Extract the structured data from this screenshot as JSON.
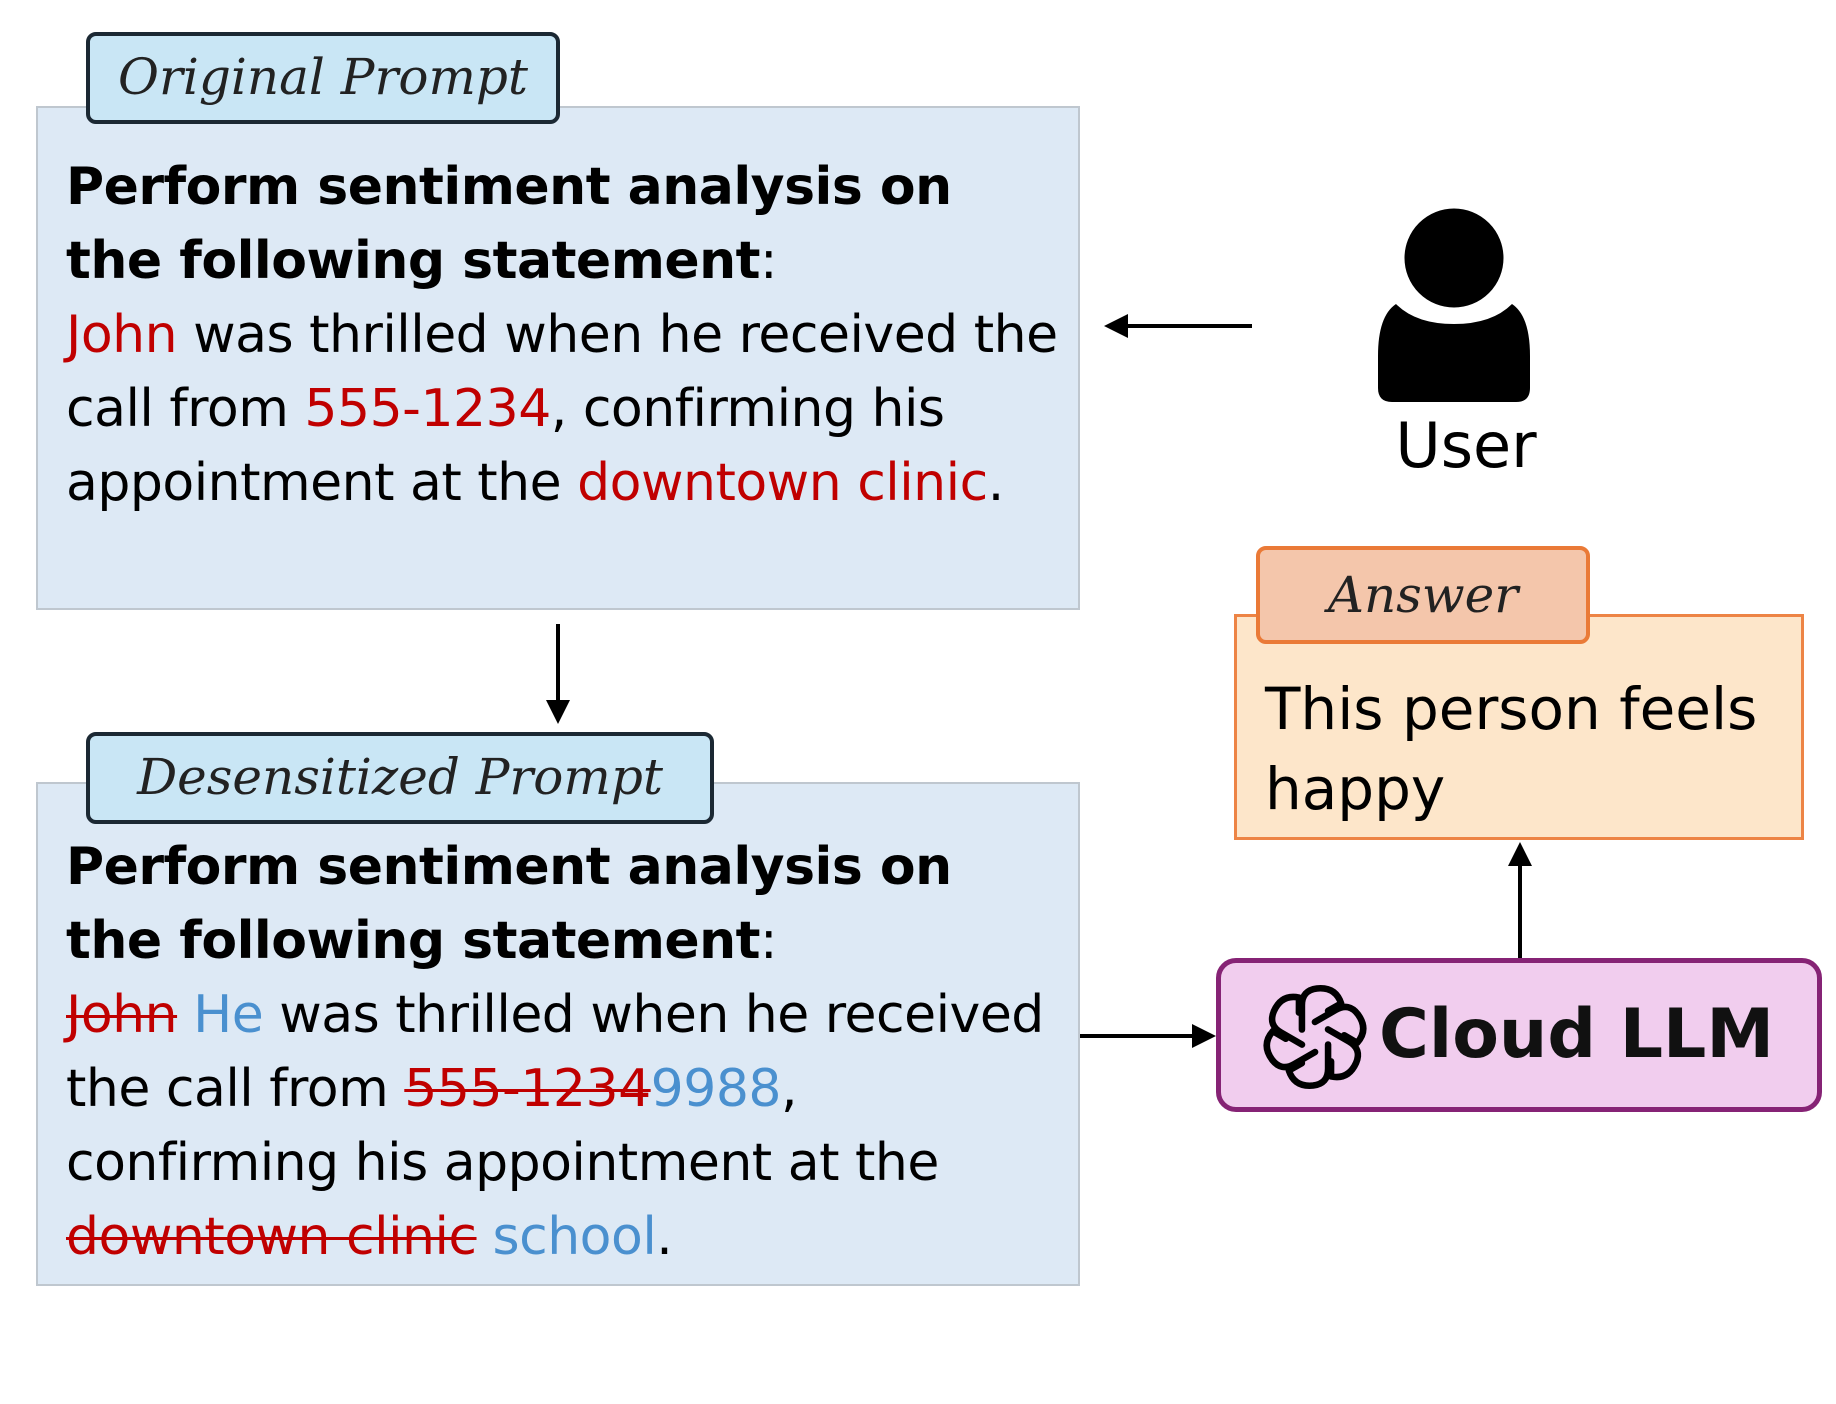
{
  "original": {
    "tab_label": "Original Prompt",
    "instruction": "Perform sentiment analysis on the following statement",
    "instruction_colon": ":",
    "statement": {
      "name": "John",
      "part1": " was thrilled when he received the call from ",
      "phone": "555-1234",
      "part2": ", confirming his appointment at the ",
      "place": "downtown clinic",
      "end": "."
    }
  },
  "desensitized": {
    "tab_label": "Desensitized Prompt",
    "instruction": "Perform sentiment analysis on the following statement",
    "instruction_colon": ":",
    "statement": {
      "name_removed": "John",
      "name_replacement": "He",
      "part1": " was thrilled when he received the call from ",
      "phone_removed": "555-1234",
      "phone_replacement": "9988",
      "part2": ", confirming his appointment at the ",
      "place_removed": "downtown clinic",
      "place_replacement": "school",
      "end": "."
    }
  },
  "user": {
    "label": "User"
  },
  "answer": {
    "tab_label": "Answer",
    "text": "This person feels happy"
  },
  "llm": {
    "label": "Cloud LLM",
    "icon": "openai-logo-icon"
  },
  "colors": {
    "sensitive": "#c00000",
    "replacement": "#4a90cf",
    "prompt_fill": "#dde9f5",
    "tab_fill": "#c9e6f5",
    "answer_fill": "#fde6ca",
    "answer_border": "#ed8445",
    "llm_fill": "#f1cdee",
    "llm_border": "#862375"
  }
}
